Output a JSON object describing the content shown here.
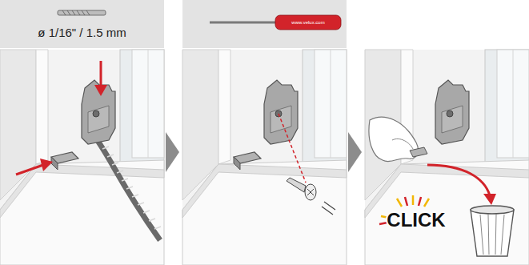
{
  "diagram": {
    "labels": [
      "ø 1/16\" / 1.5 mm",
      "www.velux.com",
      "CLICK"
    ]
  }
}
